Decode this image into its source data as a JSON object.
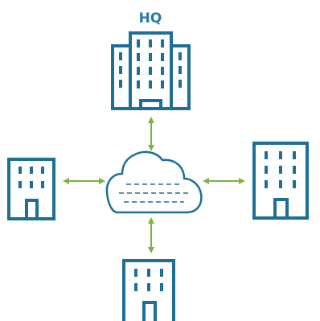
{
  "diagram": {
    "hq_label": "HQ",
    "colors": {
      "building": "#1e6f96",
      "cloud": "#1e6f96",
      "arrow": "#7cb342",
      "label": "#2a7aa8"
    },
    "nodes": [
      {
        "id": "hq",
        "kind": "building",
        "label": "HQ"
      },
      {
        "id": "west-branch",
        "kind": "building"
      },
      {
        "id": "east-branch",
        "kind": "building"
      },
      {
        "id": "south-branch",
        "kind": "building"
      },
      {
        "id": "cloud",
        "kind": "cloud"
      }
    ],
    "connections": [
      {
        "from": "cloud",
        "to": "hq",
        "direction": "both"
      },
      {
        "from": "cloud",
        "to": "west-branch",
        "direction": "both"
      },
      {
        "from": "cloud",
        "to": "east-branch",
        "direction": "both"
      },
      {
        "from": "cloud",
        "to": "south-branch",
        "direction": "both"
      }
    ]
  }
}
